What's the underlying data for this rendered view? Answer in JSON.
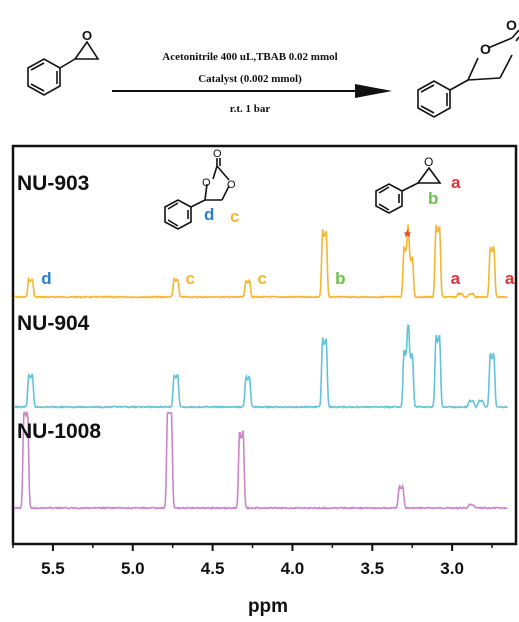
{
  "reaction": {
    "condition_1": "Acetonitrile 400 uL,TBAB 0.02 mmol",
    "condition_2": "Catalyst (0.002 mmol)",
    "condition_3": "r.t. 1 bar"
  },
  "colors": {
    "nu903": "#f2b731",
    "nu904": "#63c3d8",
    "nu1008": "#c886c8",
    "label_a": "#e0303a",
    "label_b": "#6bbf4a",
    "label_c": "#f2b731",
    "label_d": "#2a7fc9",
    "star": "#d0462e"
  },
  "structures": {
    "carbonate_label_d": "d",
    "carbonate_label_c": "c",
    "epoxide_label_b": "b",
    "epoxide_label_a": "a"
  },
  "chart_data": {
    "type": "line",
    "xlabel": "ppm",
    "xlim": [
      5.75,
      2.6
    ],
    "x_reversed": true,
    "x_ticks": [
      "5.5",
      "5.0",
      "4.5",
      "4.0",
      "3.5",
      "3.0"
    ],
    "x_tick_values": [
      5.5,
      5.0,
      4.5,
      4.0,
      3.5,
      3.0
    ],
    "series": [
      {
        "name": "NU-903",
        "peaks": [
          {
            "ppm": 5.64,
            "height": 0.22
          },
          {
            "ppm": 4.73,
            "height": 0.22
          },
          {
            "ppm": 4.28,
            "height": 0.2
          },
          {
            "ppm": 3.8,
            "height": 0.82
          },
          {
            "ppm": 3.29,
            "height": 0.62
          },
          {
            "ppm": 3.26,
            "height": 0.5
          },
          {
            "ppm": 3.09,
            "height": 0.88
          },
          {
            "ppm": 2.75,
            "height": 0.62
          },
          {
            "ppm": 2.95,
            "height": 0.04
          },
          {
            "ppm": 2.88,
            "height": 0.04
          }
        ],
        "labels": [
          {
            "text": "d",
            "ppm": 5.54,
            "color_key": "label_d"
          },
          {
            "text": "c",
            "ppm": 4.64,
            "color_key": "label_c"
          },
          {
            "text": "c",
            "ppm": 4.19,
            "color_key": "label_c"
          },
          {
            "text": "b",
            "ppm": 3.7,
            "color_key": "label_b"
          },
          {
            "text": "a",
            "ppm": 2.98,
            "color_key": "label_a"
          },
          {
            "text": "a",
            "ppm": 2.64,
            "color_key": "label_a"
          },
          {
            "text": "*",
            "ppm": 3.28,
            "color_key": "star",
            "above": true
          }
        ]
      },
      {
        "name": "NU-904",
        "peaks": [
          {
            "ppm": 5.64,
            "height": 0.35
          },
          {
            "ppm": 4.73,
            "height": 0.35
          },
          {
            "ppm": 4.28,
            "height": 0.33
          },
          {
            "ppm": 3.8,
            "height": 0.75
          },
          {
            "ppm": 3.29,
            "height": 0.62
          },
          {
            "ppm": 3.26,
            "height": 0.58
          },
          {
            "ppm": 3.09,
            "height": 0.78
          },
          {
            "ppm": 2.75,
            "height": 0.58
          },
          {
            "ppm": 2.88,
            "height": 0.07
          },
          {
            "ppm": 2.82,
            "height": 0.07
          }
        ],
        "labels": []
      },
      {
        "name": "NU-1008",
        "peaks": [
          {
            "ppm": 5.67,
            "height": 0.95
          },
          {
            "ppm": 4.77,
            "height": 0.98
          },
          {
            "ppm": 4.32,
            "height": 0.72
          },
          {
            "ppm": 3.32,
            "height": 0.2
          },
          {
            "ppm": 2.88,
            "height": 0.03
          }
        ],
        "labels": []
      }
    ]
  }
}
